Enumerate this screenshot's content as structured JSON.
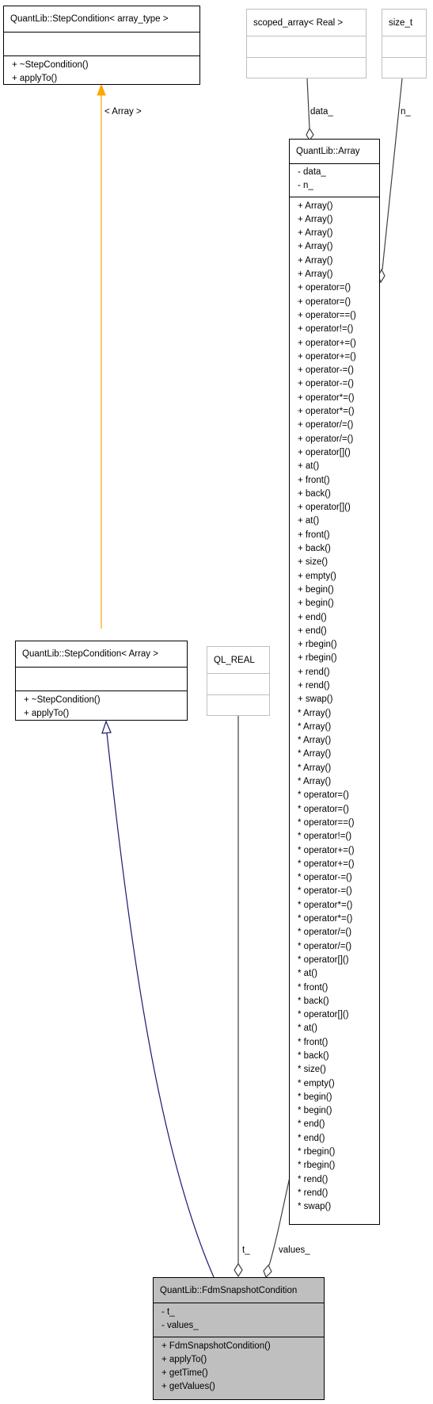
{
  "classes": {
    "step_condition_template": {
      "name": "QuantLib::StepCondition< array_type >",
      "attributes": [],
      "methods": [
        "+ ~StepCondition()",
        "+ applyTo()"
      ]
    },
    "scoped_array": {
      "name": "scoped_array< Real >",
      "attributes": [],
      "methods": []
    },
    "size_t": {
      "name": "size_t",
      "attributes": [],
      "methods": []
    },
    "array": {
      "name": "QuantLib::Array",
      "attributes": [
        "- data_",
        "- n_"
      ],
      "methods": [
        "+ Array()",
        "+ Array()",
        "+ Array()",
        "+ Array()",
        "+ Array()",
        "+ Array()",
        "+ operator=()",
        "+ operator=()",
        "+ operator==()",
        "+ operator!=()",
        "+ operator+=()",
        "+ operator+=()",
        "+ operator-=()",
        "+ operator-=()",
        "+ operator*=()",
        "+ operator*=()",
        "+ operator/=()",
        "+ operator/=()",
        "+ operator[]()",
        "+ at()",
        "+ front()",
        "+ back()",
        "+ operator[]()",
        "+ at()",
        "+ front()",
        "+ back()",
        "+ size()",
        "+ empty()",
        "+ begin()",
        "+ begin()",
        "+ end()",
        "+ end()",
        "+ rbegin()",
        "+ rbegin()",
        "+ rend()",
        "+ rend()",
        "+ swap()",
        "* Array()",
        "* Array()",
        "* Array()",
        "* Array()",
        "* Array()",
        "* Array()",
        "* operator=()",
        "* operator=()",
        "* operator==()",
        "* operator!=()",
        "* operator+=()",
        "* operator+=()",
        "* operator-=()",
        "* operator-=()",
        "* operator*=()",
        "* operator*=()",
        "* operator/=()",
        "* operator/=()",
        "* operator[]()",
        "* at()",
        "* front()",
        "* back()",
        "* operator[]()",
        "* at()",
        "* front()",
        "* back()",
        "* size()",
        "* empty()",
        "* begin()",
        "* begin()",
        "* end()",
        "* end()",
        "* rbegin()",
        "* rbegin()",
        "* rend()",
        "* rend()",
        "* swap()"
      ]
    },
    "step_condition_array": {
      "name": "QuantLib::StepCondition< Array >",
      "attributes": [],
      "methods": [
        "+ ~StepCondition()",
        "+ applyTo()"
      ]
    },
    "ql_real": {
      "name": "QL_REAL",
      "attributes": [],
      "methods": []
    },
    "fdm_snapshot": {
      "name": "QuantLib::FdmSnapshotCondition",
      "attributes": [
        "- t_",
        "- values_"
      ],
      "methods": [
        "+ FdmSnapshotCondition()",
        "+ applyTo()",
        "+ getTime()",
        "+ getValues()"
      ]
    }
  },
  "edge_labels": {
    "template_binding": "< Array >",
    "data": "data_",
    "n": "n_",
    "t": "t_",
    "values": "values_"
  },
  "colors": {
    "template_edge": "#ffa500",
    "inheritance_edge": "#191970",
    "association_edge": "#404040",
    "highlight_fill": "#bfbfbf",
    "external_border": "#bfbfbf"
  }
}
